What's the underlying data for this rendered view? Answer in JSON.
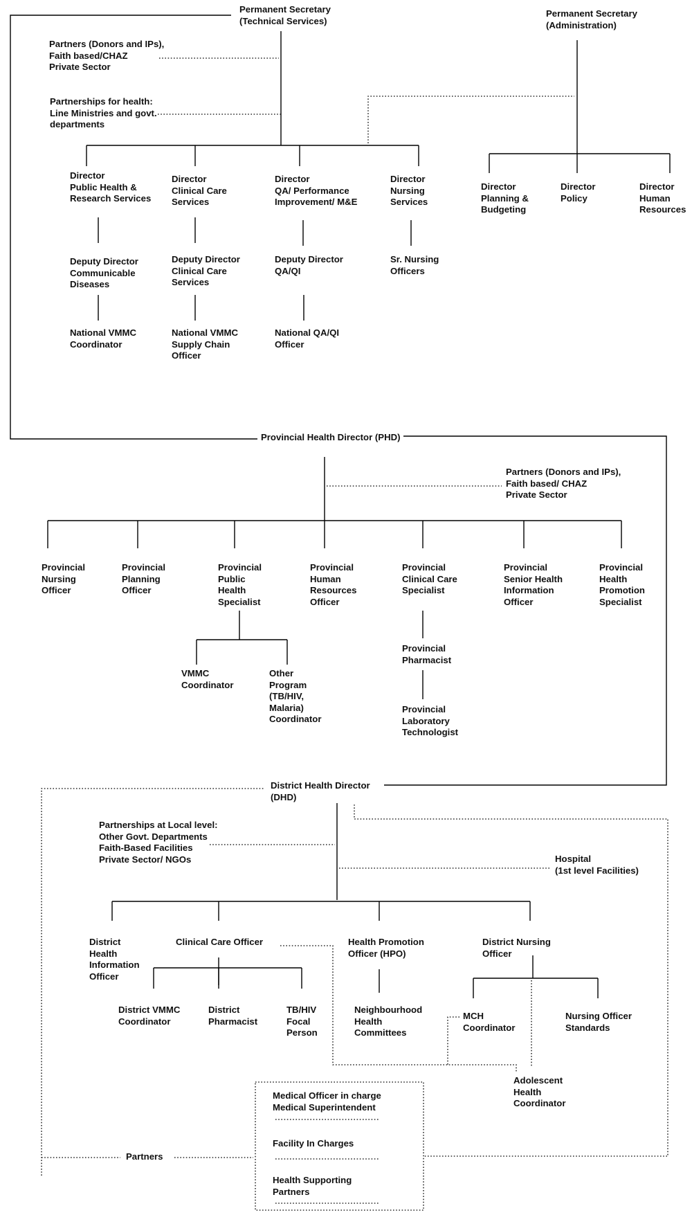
{
  "nodes": {
    "ps_tech": [
      "Permanent Secretary",
      "(Technical Services)"
    ],
    "ps_admin": [
      "Permanent Secretary",
      "(Administration)"
    ],
    "partners_top": [
      "Partners (Donors and IPs),",
      "Faith based/CHAZ",
      "Private Sector"
    ],
    "partnerships_health": [
      "Partnerships for health:",
      "Line Ministries and govt.",
      "departments"
    ],
    "dir_public_health": [
      "Director",
      "Public Health &",
      "Research Services"
    ],
    "dir_clinical_care": [
      "Director",
      "Clinical Care",
      "Services"
    ],
    "dir_qa": [
      "Director",
      "QA/ Performance",
      "Improvement/ M&E"
    ],
    "dir_nursing": [
      "Director",
      "Nursing",
      "Services"
    ],
    "dir_planning": [
      "Director",
      "Planning &",
      "Budgeting"
    ],
    "dir_policy": [
      "Director",
      "Policy"
    ],
    "dir_hr": [
      "Director",
      "Human",
      "Resources"
    ],
    "dd_communicable": [
      "Deputy Director",
      "Communicable",
      "Diseases"
    ],
    "dd_clinical_care": [
      "Deputy Director",
      "Clinical Care",
      "Services"
    ],
    "dd_qa": [
      "Deputy Director",
      "QA/QI"
    ],
    "sr_nursing": [
      "Sr. Nursing",
      "Officers"
    ],
    "nat_vmmc_coord": [
      "National VMMC",
      "Coordinator"
    ],
    "nat_vmmc_supply": [
      "National VMMC",
      "Supply Chain",
      "Officer"
    ],
    "nat_qa_officer": [
      "National QA/QI",
      "Officer"
    ],
    "phd": [
      "Provincial Health Director (PHD)"
    ],
    "partners_prov": [
      "Partners (Donors and IPs),",
      "Faith based/ CHAZ",
      "Private Sector"
    ],
    "prov_nursing": [
      "Provincial",
      "Nursing",
      "Officer"
    ],
    "prov_planning": [
      "Provincial",
      "Planning",
      "Officer"
    ],
    "prov_public_health": [
      "Provincial",
      "Public",
      "Health",
      "Specialist"
    ],
    "prov_hr": [
      "Provincial",
      "Human",
      "Resources",
      "Officer"
    ],
    "prov_clinical": [
      "Provincial",
      "Clinical Care",
      "Specialist"
    ],
    "prov_hio": [
      "Provincial",
      "Senior Health",
      "Information",
      "Officer"
    ],
    "prov_health_promo": [
      "Provincial",
      "Health",
      "Promotion",
      "Specialist"
    ],
    "vmmc_coord": [
      "VMMC",
      "Coordinator"
    ],
    "other_program": [
      "Other",
      "Program",
      "(TB/HIV,",
      "Malaria)",
      "Coordinator"
    ],
    "prov_pharmacist": [
      "Provincial",
      "Pharmacist"
    ],
    "prov_lab": [
      "Provincial",
      "Laboratory",
      "Technologist"
    ],
    "dhd": [
      "District  Health Director",
      "(DHD)"
    ],
    "partnerships_local": [
      "Partnerships at Local level:",
      "Other Govt. Departments",
      "Faith-Based Facilities",
      "Private Sector/ NGOs"
    ],
    "hospital": [
      "Hospital",
      "(1st level Facilities)"
    ],
    "dist_hio": [
      "District",
      "Health",
      "Information",
      "Officer"
    ],
    "clinical_care_officer": [
      "Clinical Care Officer"
    ],
    "hpo": [
      "Health Promotion",
      "Officer (HPO)"
    ],
    "dist_nursing": [
      "District  Nursing",
      "Officer"
    ],
    "dist_vmmc": [
      "District  VMMC",
      "Coordinator"
    ],
    "dist_pharmacist": [
      "District",
      "Pharmacist"
    ],
    "tbhiv_focal": [
      "TB/HIV",
      "Focal",
      "Person"
    ],
    "nhc": [
      "Neighbourhood",
      "Health",
      "Committees"
    ],
    "mch": [
      "MCH",
      "Coordinator"
    ],
    "nursing_standards": [
      "Nursing Officer",
      "Standards"
    ],
    "adolescent": [
      "Adolescent",
      "Health",
      "Coordinator"
    ],
    "mo_in_charge": [
      "Medical Officer in charge",
      "Medical Superintendent"
    ],
    "facility_in_charges": [
      "Facility In Charges"
    ],
    "hsp": [
      "Health Supporting",
      "Partners"
    ],
    "partners_bottom": [
      "Partners"
    ]
  }
}
